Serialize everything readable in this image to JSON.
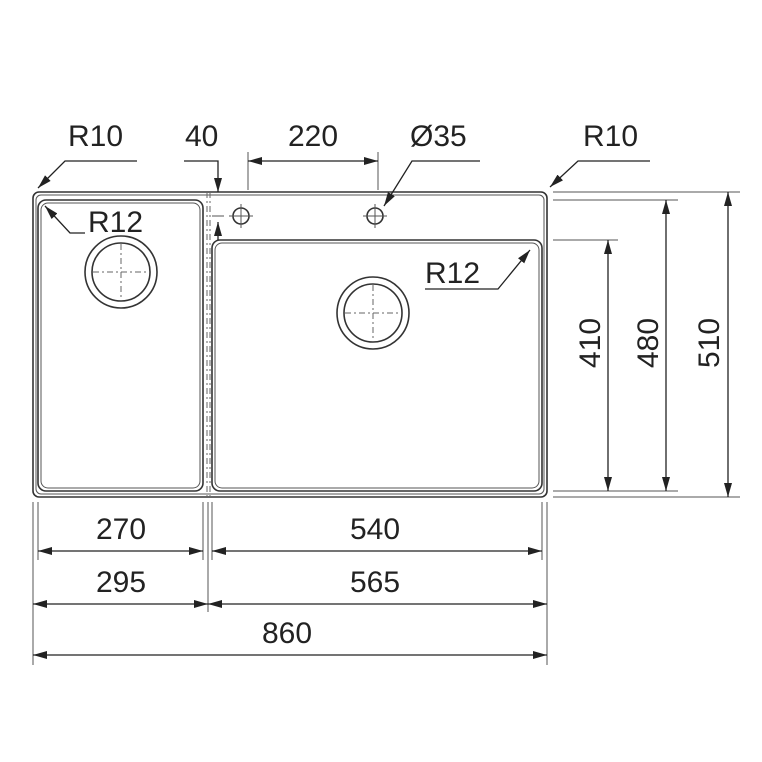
{
  "title": "Double bowl sink dimension drawing",
  "labels": {
    "r10_left": "R10",
    "r10_right": "R10",
    "r12_left": "R12",
    "r12_right": "R12",
    "dim_40": "40",
    "dim_220": "220",
    "dia_35": "Ø35",
    "dim_410": "410",
    "dim_480": "480",
    "dim_510": "510",
    "dim_270": "270",
    "dim_540": "540",
    "dim_295": "295",
    "dim_565": "565",
    "dim_860": "860"
  },
  "colors": {
    "line": "#333333",
    "text": "#222222"
  }
}
